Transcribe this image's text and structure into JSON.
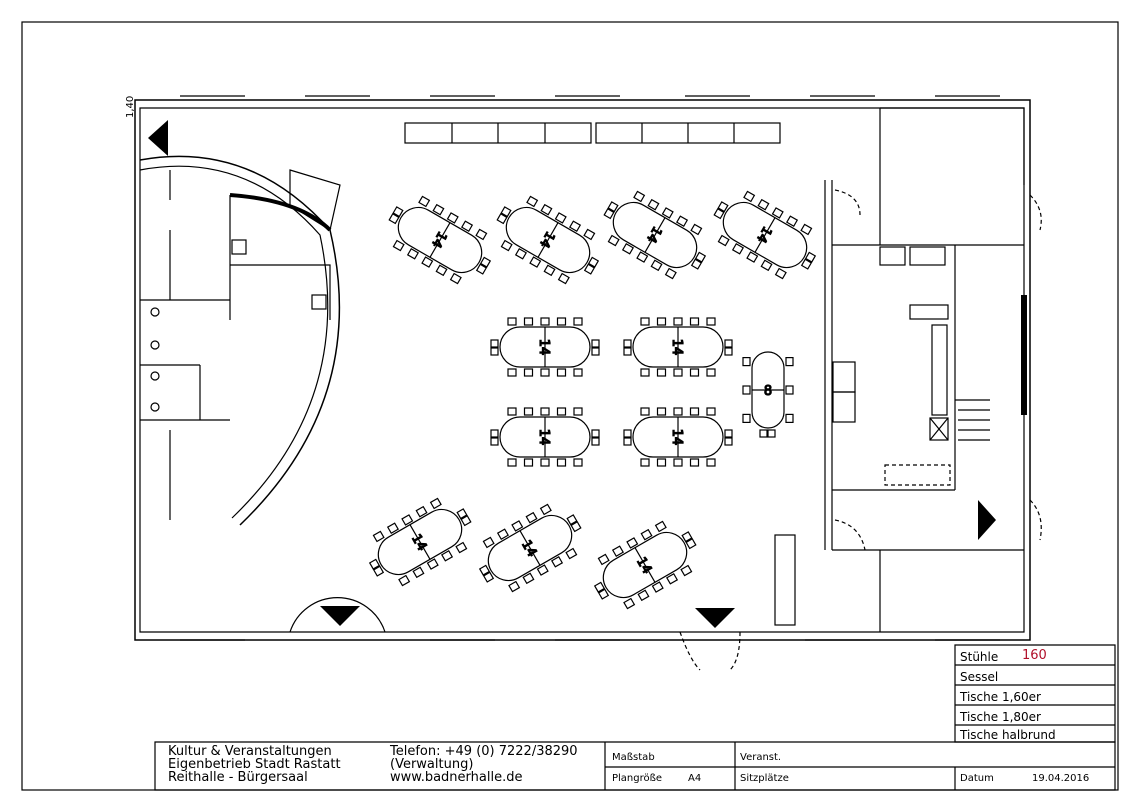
{
  "plan": {
    "dimension_label": "1,40",
    "tables": [
      {
        "label": "14"
      },
      {
        "label": "14"
      },
      {
        "label": "14"
      },
      {
        "label": "14"
      },
      {
        "label": "14"
      },
      {
        "label": "14"
      },
      {
        "label": "14"
      },
      {
        "label": "14"
      },
      {
        "label": "14"
      },
      {
        "label": "14"
      },
      {
        "label": "14"
      },
      {
        "label": "8"
      }
    ]
  },
  "legend": {
    "rows": [
      {
        "label": "Stühle",
        "value": "160"
      },
      {
        "label": "Sessel",
        "value": ""
      },
      {
        "label": "Tische 1,60er",
        "value": ""
      },
      {
        "label": "Tische 1,80er",
        "value": ""
      },
      {
        "label": "Tische halbrund",
        "value": ""
      }
    ],
    "value_color": "#b0102a"
  },
  "title_block": {
    "org_line1": "Kultur & Veranstaltungen",
    "org_line2": "Eigenbetrieb Stadt Rastatt",
    "org_line3": "Reithalle - Bürgersaal",
    "phone": "Telefon: +49 (0) 7222/38290",
    "phone_note": "(Verwaltung)",
    "website": "www.badnerhalle.de",
    "scale_label": "Maßstab",
    "size_label": "Plangröße",
    "size_value": "A4",
    "event_label": "Veranst.",
    "seats_label": "Sitzplätze",
    "date_label": "Datum",
    "date_value": "19.04.2016"
  }
}
